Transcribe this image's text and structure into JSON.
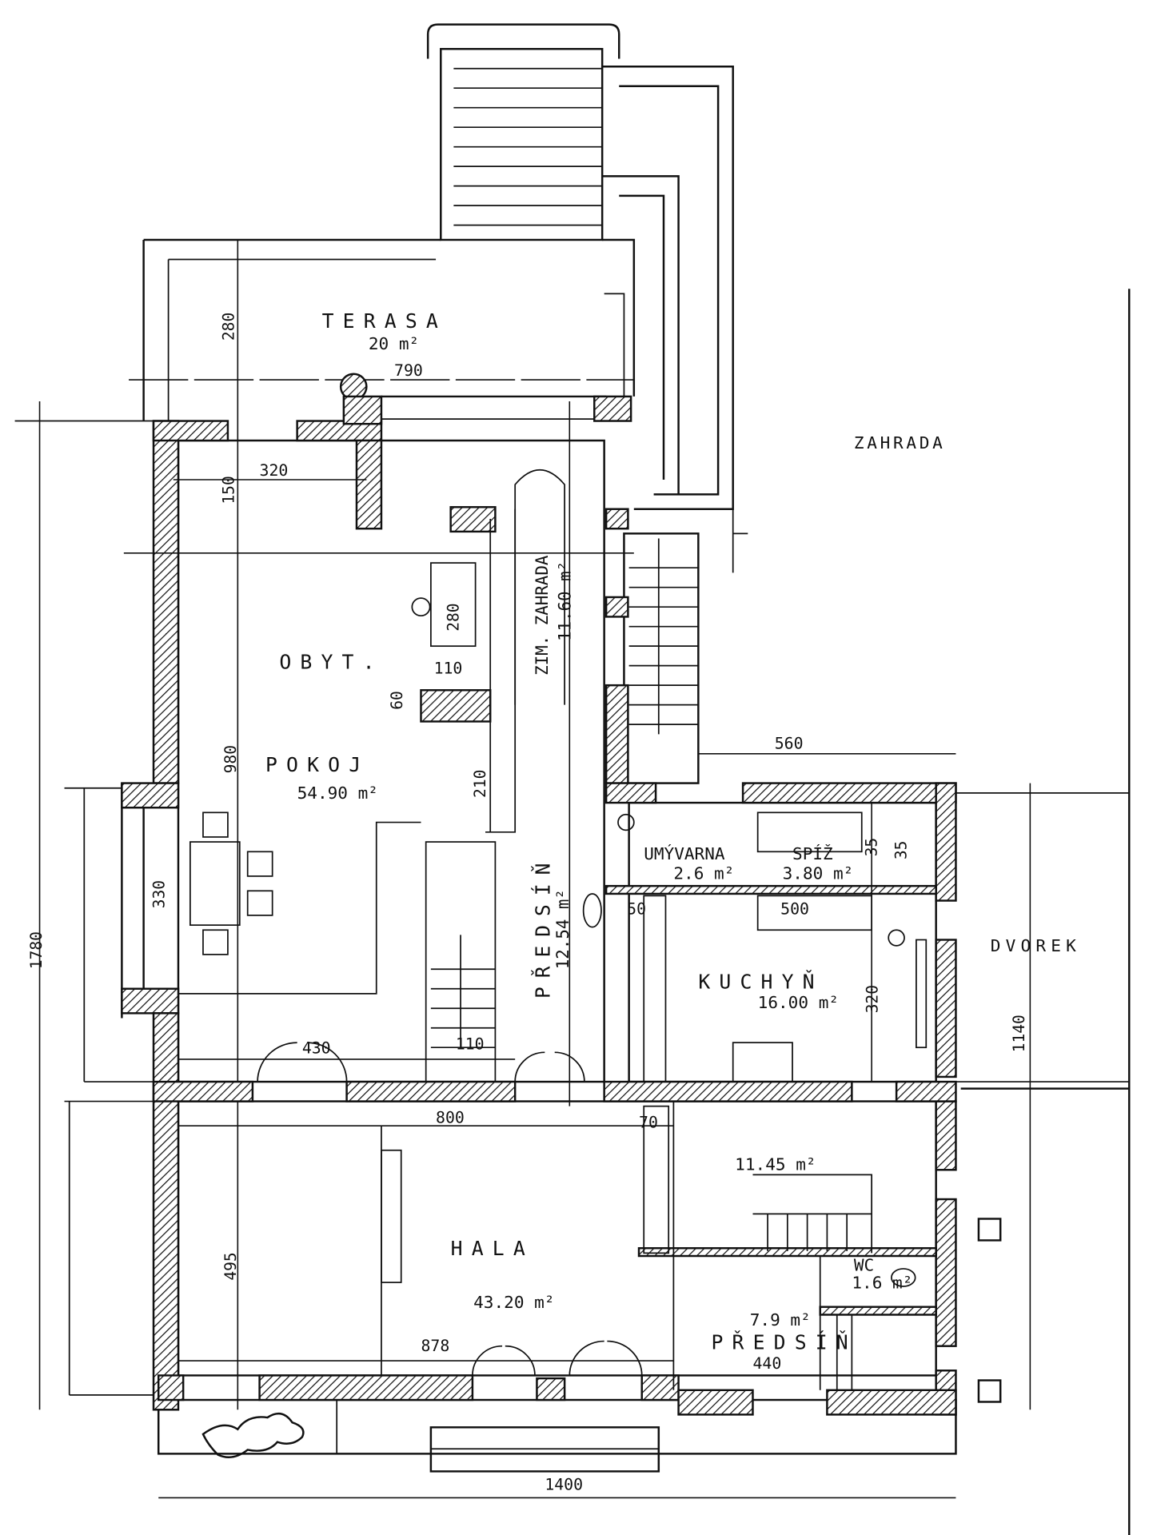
{
  "plan": {
    "rooms": {
      "terasa": "TERASA",
      "terasa_area": "20 m²",
      "obyt": "OBYT.",
      "pokoj": "POKOJ",
      "pokoj_area": "54.90 m²",
      "zim_zahrada": "ZIM. ZAHRADA",
      "zim_zahrada_area": "11.60 m²",
      "predsin_upper": "PŘEDSÍŇ",
      "predsin_upper_area": "12.54 m²",
      "zahrada": "ZAHRADA",
      "umyvarna": "UMÝVARNA",
      "umyvarna_area": "2.6 m²",
      "spiz": "SPÍŽ",
      "spiz_area": "3.80 m²",
      "kuchyn": "KUCHYŇ",
      "kuchyn_area": "16.00 m²",
      "dvorek": "DVOREK",
      "stair_area": "11.45 m²",
      "hala": "HALA",
      "hala_area": "43.20 m²",
      "wc": "WC",
      "wc_area": "1.6 m²",
      "predsin_lower": "PŘEDSÍŇ",
      "predsin_lower_area": "7.9 m²"
    },
    "dimensions": {
      "terasa_depth": "280",
      "terasa_width": "790",
      "d320_top": "320",
      "d150": "150",
      "table_280": "280",
      "d110_top": "110",
      "d60": "60",
      "d210": "210",
      "d980": "980",
      "d560": "560",
      "d35_a": "35",
      "d35_b": "35",
      "d50": "50",
      "d500": "500",
      "d320_kitchen": "320",
      "d1140": "1140",
      "d1780": "1780",
      "d330": "330",
      "d430": "430",
      "d110_stair": "110",
      "d800": "800",
      "d70": "70",
      "d495": "495",
      "d878": "878",
      "d440": "440",
      "d1400": "1400"
    }
  }
}
